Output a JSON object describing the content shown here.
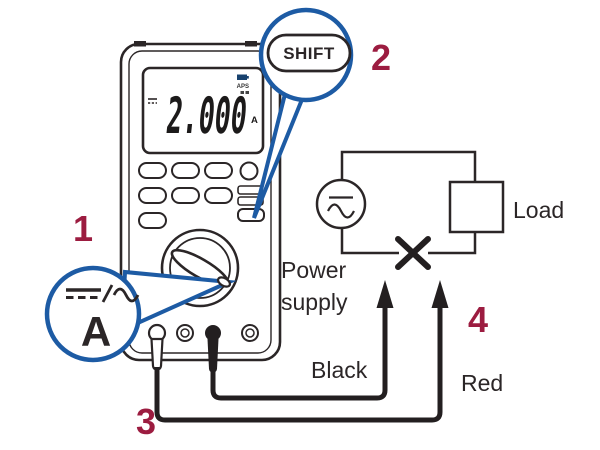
{
  "multimeter": {
    "display": {
      "value": "2.000",
      "unit": "A",
      "aps_indicator": "APS"
    }
  },
  "callouts": {
    "shift": {
      "label": "SHIFT"
    },
    "current": {
      "label": "A",
      "symbol": "⎓/∼"
    }
  },
  "circuit": {
    "power_supply_label_line1": "Power",
    "power_supply_label_line2": "supply",
    "load_label": "Load",
    "black_lead_label": "Black",
    "red_lead_label": "Red"
  },
  "steps": {
    "step1": "1",
    "step2": "2",
    "step3": "3",
    "step4": "4"
  },
  "colors": {
    "callout_blue": "#1d5ba4",
    "step_number": "#9c1c40",
    "ink": "#2b2627"
  }
}
